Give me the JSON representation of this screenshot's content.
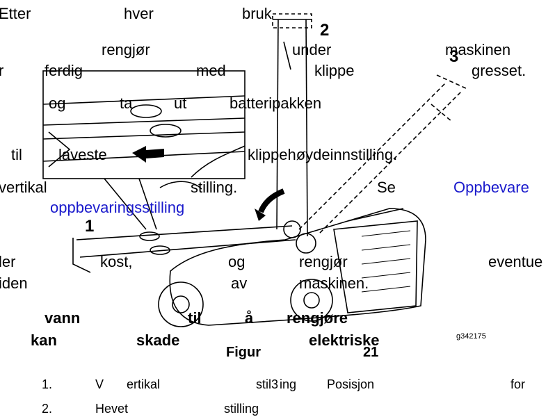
{
  "lines": [
    {
      "words": [
        "Etter",
        "hver",
        "bruk"
      ]
    },
    {
      "words": [
        "rengjør",
        "under",
        "maskinen"
      ]
    },
    {
      "words": [
        "r",
        "ferdig",
        "med",
        "klippe",
        "gresset."
      ]
    },
    {
      "words": [
        "og",
        "ta",
        "ut",
        "batteripakken"
      ]
    },
    {
      "words": [
        "til",
        "laveste",
        "klippehøydeinnstilling."
      ]
    },
    {
      "words": [
        "vertikal",
        "stilling.",
        "Se",
        "Oppbevare"
      ]
    },
    {
      "words": [
        "oppbevaringsstilling"
      ]
    },
    {
      "words": [
        "ler",
        "kost,",
        "og",
        "rengjør",
        "eventue"
      ]
    },
    {
      "words": [
        "iden",
        "av",
        "maskinen."
      ]
    },
    {
      "words": [
        "vann",
        "til",
        "å",
        "rengjøre"
      ]
    },
    {
      "words": [
        "kan",
        "skade",
        "elektriske"
      ]
    }
  ],
  "figure": {
    "label": "Figur",
    "number": "21",
    "code": "g342175"
  },
  "callouts": [
    "1",
    "2",
    "3"
  ],
  "legend": [
    {
      "num": "1.",
      "parts": [
        "V",
        "ertikal",
        "stil",
        "3",
        "ing",
        "Posisjon",
        "for"
      ]
    },
    {
      "num": "2.",
      "parts": [
        "Hevet",
        "stilling"
      ]
    }
  ],
  "colors": {
    "link": "#1a1acc",
    "text": "#000000"
  }
}
